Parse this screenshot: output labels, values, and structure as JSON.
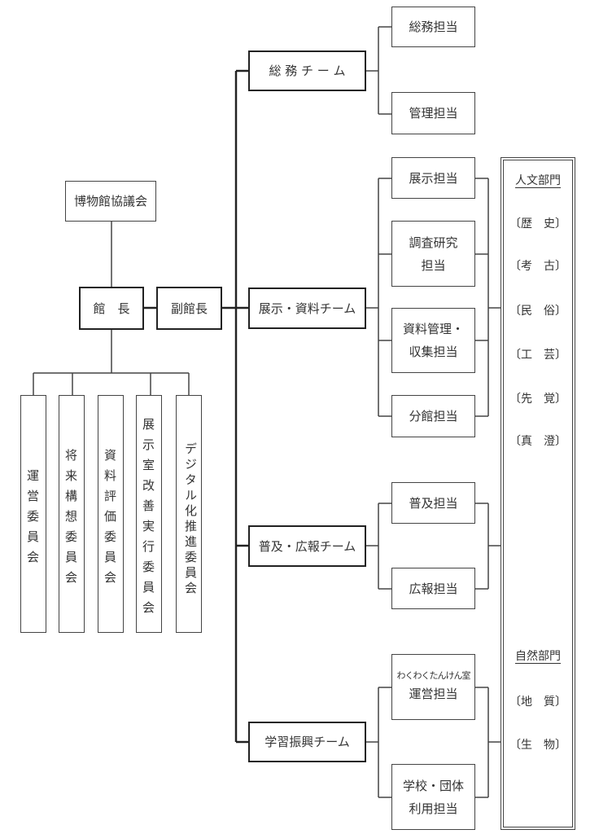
{
  "council": "博物館協議会",
  "director": "館　長",
  "deputy": "副館長",
  "committees": [
    "運営委員会",
    "将来構想委員会",
    "資料評価委員会",
    "展示室改善実行委員会",
    "デジタル化推進委員会"
  ],
  "teams": [
    "総 務 チ ー ム",
    "展示・資料チーム",
    "普及・広報チーム",
    "学習振興チーム"
  ],
  "tasks": {
    "t0": "総務担当",
    "t1": "管理担当",
    "t2": "展示担当",
    "t3a": "調査研究",
    "t3b": "担当",
    "t4a": "資料管理・",
    "t4b": "収集担当",
    "t5": "分館担当",
    "t6": "普及担当",
    "t7": "広報担当",
    "t8a": "わくわくたんけん室",
    "t8b": "運営担当",
    "t9a": "学校・団体",
    "t9b": "利用担当"
  },
  "departments": {
    "humanities": {
      "title": "人文部門",
      "items": [
        "〔歴　史〕",
        "〔考　古〕",
        "〔民　俗〕",
        "〔工　芸〕",
        "〔先　覚〕",
        "〔真　澄〕"
      ]
    },
    "nature": {
      "title": "自然部門",
      "items": [
        "〔地　質〕",
        "〔生　物〕"
      ]
    }
  }
}
